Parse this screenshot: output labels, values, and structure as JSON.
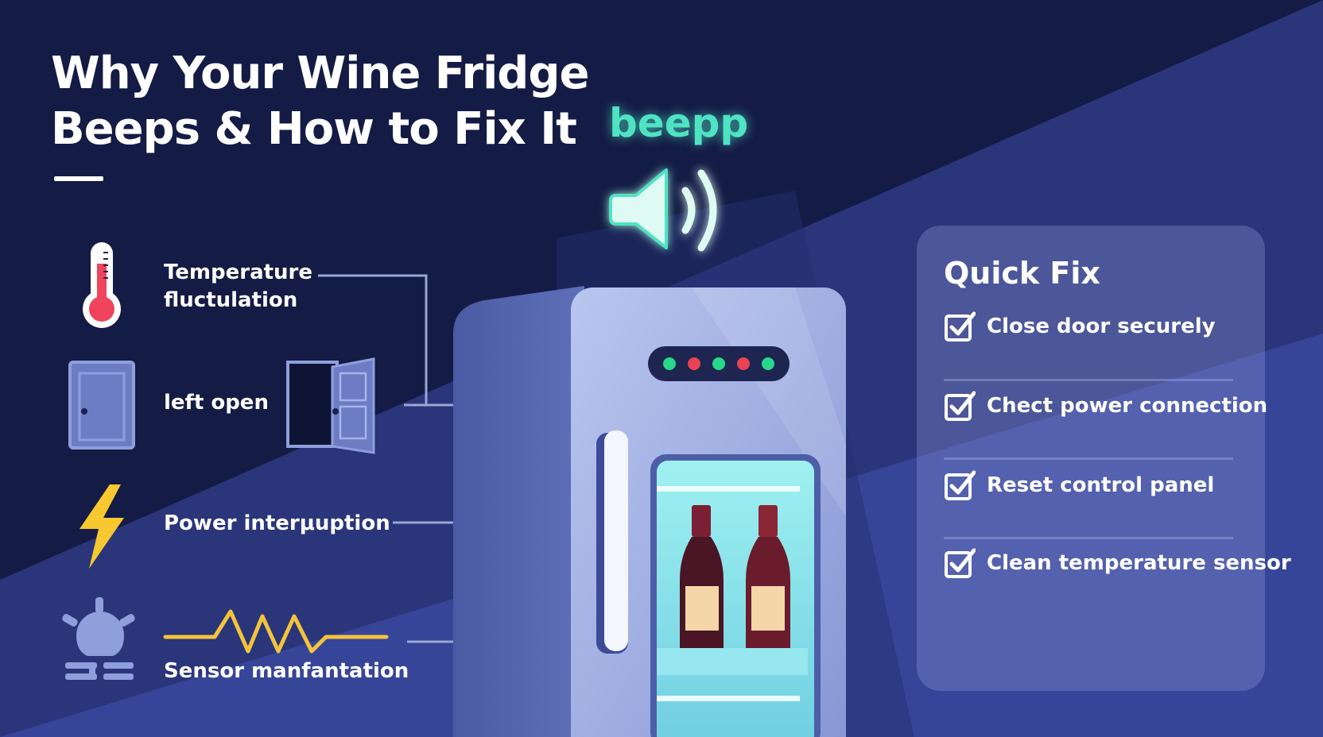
{
  "header": {
    "title_line1": "Why Your Wine Fridge",
    "title_line2": "Beeps & How to Fix It"
  },
  "alert": {
    "sound_text": "beepp",
    "icon": "speaker-sound-icon",
    "color": "#4fe3c3"
  },
  "causes": [
    {
      "label_line1": "Temperature",
      "label_line2": "fluctulation",
      "icon": "thermometer-icon"
    },
    {
      "label": "left open",
      "icon": "door-icon"
    },
    {
      "label": "Power interμuption",
      "icon": "lightning-icon"
    },
    {
      "label": "Sensor manfantation",
      "icon": "sensor-icon"
    }
  ],
  "fridge": {
    "status_lights": [
      "green",
      "red",
      "green",
      "red",
      "green"
    ],
    "bottle_count": 2
  },
  "quick_fix": {
    "title": "Quick Fix",
    "items": [
      {
        "label": "Close door securely"
      },
      {
        "label": "Chect power connection"
      },
      {
        "label": "Reset control panel"
      },
      {
        "label": "Clean temperature sensor"
      }
    ]
  },
  "colors": {
    "background": "#141b44",
    "accent_teal": "#4fe3c3",
    "thermometer_red": "#f0435c",
    "bolt_yellow": "#f7c82f",
    "wave_yellow": "#f3c33b",
    "wine": "#5e1a2b",
    "light_green": "#28d889",
    "light_red": "#e94355"
  }
}
